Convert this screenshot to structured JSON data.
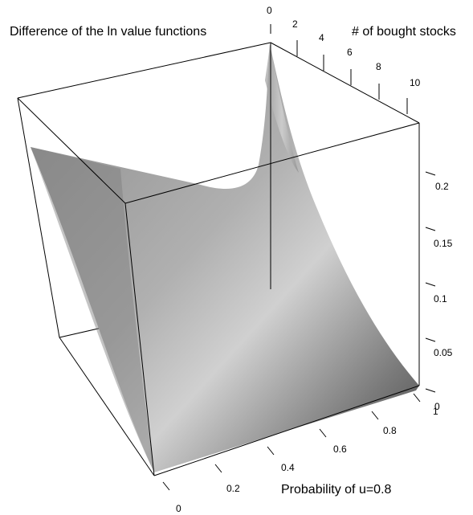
{
  "chart_data": {
    "type": "surface3d",
    "title": "Difference of the ln value functions",
    "xlabel": "Probability of u=0.8",
    "ylabel": "# of bought stocks",
    "zlabel": "",
    "x_ticks": [
      "0",
      "0.2",
      "0.4",
      "0.6",
      "0.8",
      "1"
    ],
    "y_ticks": [
      "0",
      "2",
      "4",
      "6",
      "8",
      "10"
    ],
    "z_ticks": [
      "0",
      "0.05",
      "0.1",
      "0.15",
      "0.2"
    ],
    "xlim": [
      0,
      1
    ],
    "ylim": [
      0,
      11
    ],
    "zlim": [
      0,
      0.25
    ],
    "grid": false,
    "surface_color": "#a6a6a6",
    "box_color": "#000000",
    "corner_values": [
      {
        "x": 0,
        "y": 0,
        "z": 0.21
      },
      {
        "x": 0,
        "y": 11,
        "z": 0.0
      },
      {
        "x": 1,
        "y": 0,
        "z": 0.245
      },
      {
        "x": 1,
        "y": 11,
        "z": 0.005
      }
    ]
  }
}
